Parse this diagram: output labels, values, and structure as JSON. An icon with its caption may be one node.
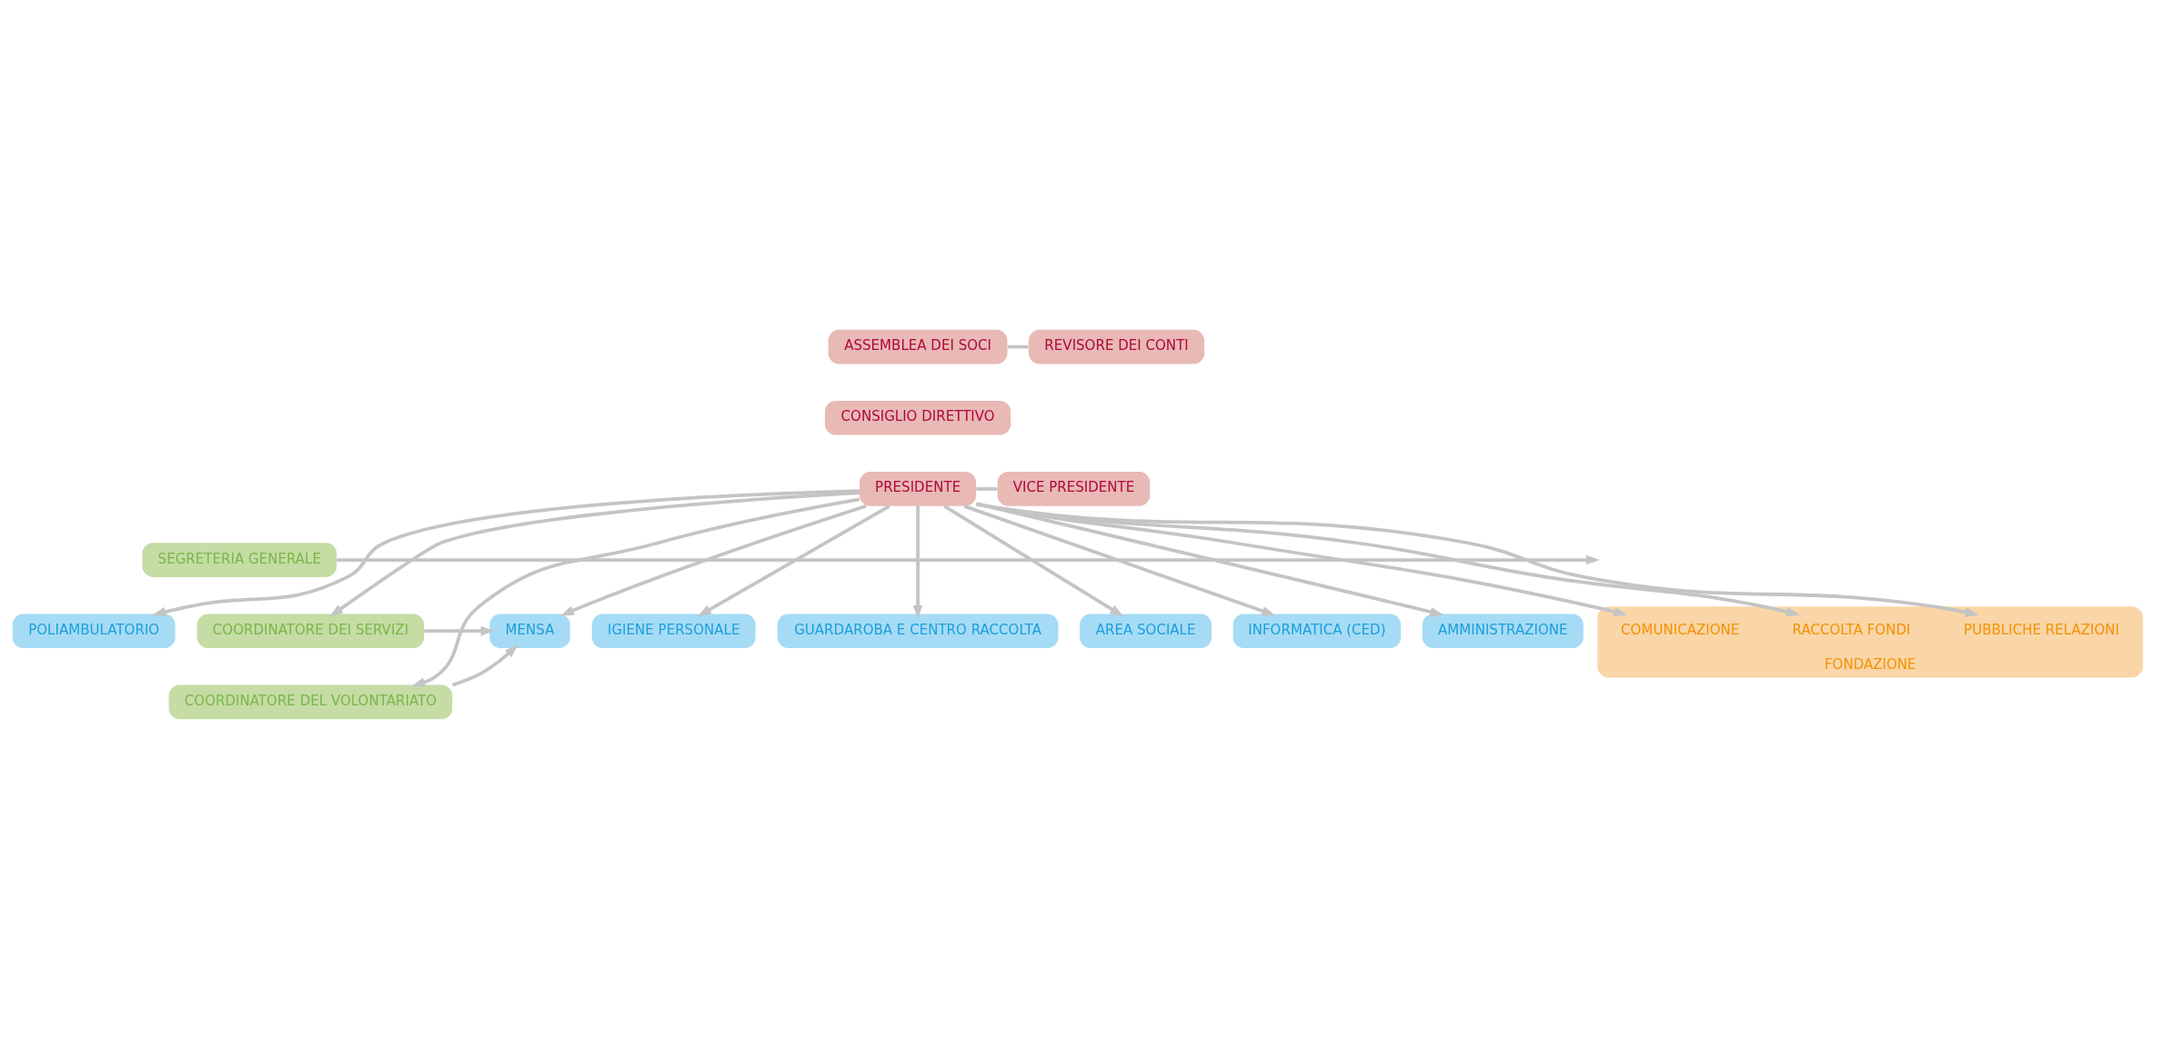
{
  "diagram": {
    "nodes": [
      {
        "text": [
          "ASSEMBLEA DEI SOCI"
        ]
      },
      {
        "text": [
          "REVISORE DEI CONTI"
        ]
      },
      {
        "text": [
          "CONSIGLIO DIRETTIVO"
        ]
      },
      {
        "text": [
          "PRESIDENTE"
        ]
      },
      {
        "text": [
          "VICE PRESIDENTE"
        ]
      },
      {
        "text": [
          "SEGRETERIA GENERALE"
        ]
      },
      {
        "text": [
          "COORDINATORE DEI SERVIZI"
        ]
      },
      {
        "text": [
          "COORDINATORE DEL VOLONTARIATO"
        ]
      },
      {
        "text": [
          "MENSA"
        ]
      },
      {
        "text": [
          "POLIAMBULATORIO"
        ]
      },
      {
        "text": [
          "IGIENE PERSONALE"
        ]
      },
      {
        "text": [
          "GUARDAROBA E CENTRO RACCOLTA"
        ]
      },
      {
        "text": [
          "AREA SOCIALE"
        ]
      },
      {
        "text": [
          "INFORMATICA (CED)"
        ]
      },
      {
        "text": [
          "AMMINISTRAZIONE"
        ]
      },
      {
        "text": [
          "FONDAZIONE"
        ]
      },
      {
        "text": [
          "COMUNICAZIONE"
        ],
        "in": 15
      },
      {
        "text": [
          "RACCOLTA FONDI"
        ],
        "in": 15
      },
      {
        "text": [
          "PUBBLICHE RELAZIONI"
        ],
        "in": 15
      }
    ],
    "edges": [
      {
        "from": 0,
        "to": 1,
        "arrow": "none"
      },
      {
        "from": 3,
        "to": 4,
        "arrow": "none"
      },
      {
        "from": 5,
        "to": null,
        "arrow": "to"
      },
      {
        "from": 3,
        "to": 6,
        "arrow": "to"
      },
      {
        "from": 3,
        "to": 7,
        "arrow": "to"
      },
      {
        "from": 6,
        "to": 8,
        "arrow": "to"
      },
      {
        "from": 7,
        "to": 8,
        "arrow": "to"
      },
      {
        "from": 3,
        "to": 8,
        "arrow": "to"
      },
      {
        "from": 3,
        "to": 9,
        "arrow": "to"
      },
      {
        "from": 3,
        "to": 10,
        "arrow": "to"
      },
      {
        "from": 3,
        "to": 11,
        "arrow": "to"
      },
      {
        "from": 3,
        "to": 12,
        "arrow": "to"
      },
      {
        "from": 3,
        "to": 13,
        "arrow": "to"
      },
      {
        "from": 3,
        "to": 14,
        "arrow": "to"
      },
      {
        "from": 3,
        "to": 16,
        "arrow": "to"
      },
      {
        "from": 3,
        "to": 17,
        "arrow": "to"
      },
      {
        "from": 3,
        "to": 18,
        "arrow": "to"
      }
    ]
  }
}
